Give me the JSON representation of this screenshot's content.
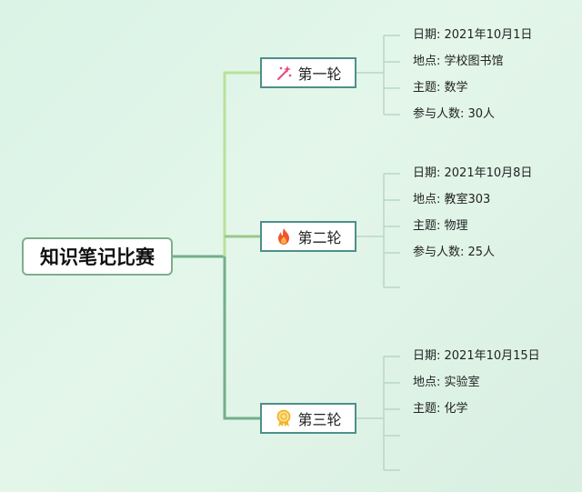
{
  "root": {
    "title": "知识笔记比赛"
  },
  "colors": {
    "root_border": "#7fae8c",
    "branch_border": "#4e8f8a",
    "branch1_line": "#b9e19a",
    "branch2_line": "#97c98a",
    "branch3_line": "#72b08a",
    "leaf_line": "#b8d8c2",
    "icon_sparkle": "#e8477a",
    "icon_fire": "#f2542d",
    "icon_medal": "#f0b429"
  },
  "branches": [
    {
      "title": "第一轮",
      "icon": "sparkle-icon",
      "items": [
        "日期: 2021年10月1日",
        "地点: 学校图书馆",
        "主题: 数学",
        "参与人数: 30人"
      ]
    },
    {
      "title": "第二轮",
      "icon": "fire-icon",
      "items": [
        "日期: 2021年10月8日",
        "地点: 教室303",
        "主题: 物理",
        "参与人数: 25人",
        ""
      ]
    },
    {
      "title": "第三轮",
      "icon": "medal-icon",
      "items": [
        "日期: 2021年10月15日",
        "地点: 实验室",
        "主题: 化学",
        "",
        ""
      ]
    }
  ]
}
